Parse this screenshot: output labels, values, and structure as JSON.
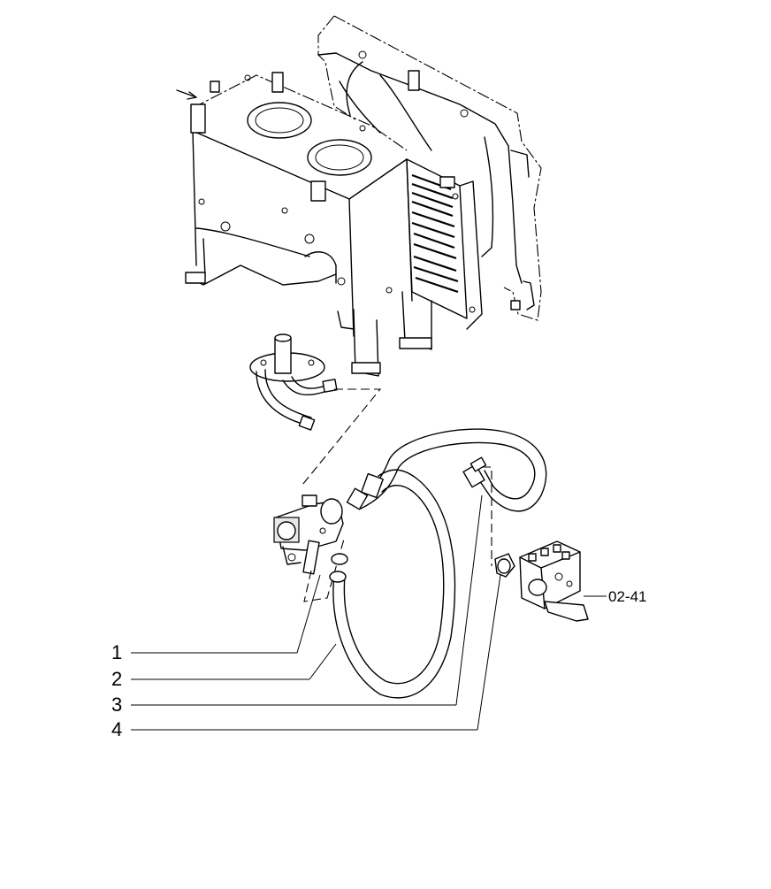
{
  "callouts": [
    {
      "id": "1",
      "label": "1"
    },
    {
      "id": "2",
      "label": "2"
    },
    {
      "id": "3",
      "label": "3"
    },
    {
      "id": "4",
      "label": "4"
    }
  ],
  "part_reference": {
    "label": "02-41"
  }
}
